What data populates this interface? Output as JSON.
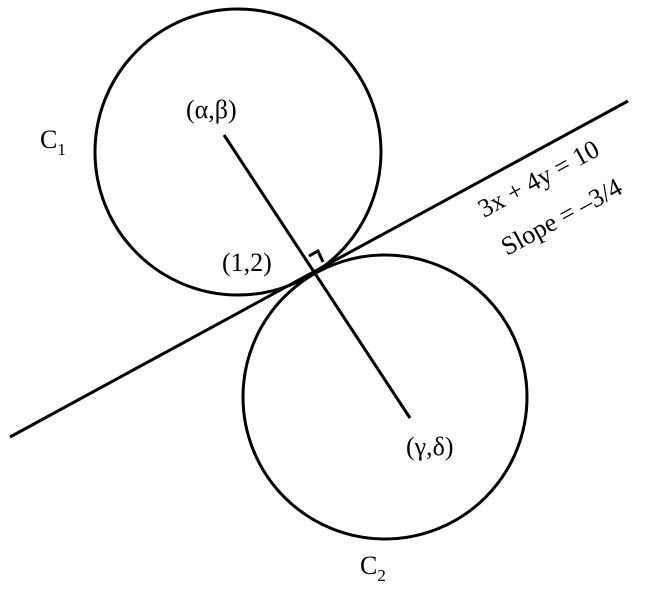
{
  "labels": {
    "c1_main": "C",
    "c1_sub": "1",
    "c2_main": "C",
    "c2_sub": "2",
    "center1": "(α,β)",
    "center2": "(γ,δ)",
    "tangent_point": "(1,2)",
    "line_equation": "3x + 4y = 10",
    "line_slope": "Slope = –3/4"
  },
  "colors": {
    "stroke": "#000000",
    "background": "#ffffff"
  }
}
